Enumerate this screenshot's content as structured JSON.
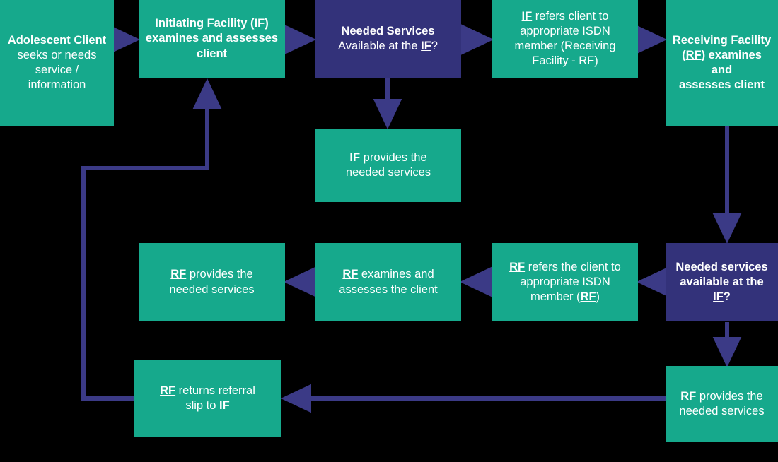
{
  "diagram": {
    "title": "Adolescent client referral flow between Initiating Facility and Receiving Facility",
    "colors": {
      "background": "#000000",
      "process_fill": "#16a98c",
      "decision_fill": "#33327a",
      "arrow": "#3b3a86",
      "text": "#ffffff"
    },
    "nodes": [
      {
        "id": "adolescent-client",
        "type": "process",
        "lines": [
          {
            "bold": "Adolescent Client"
          },
          {
            "normal": "seeks or needs"
          },
          {
            "normal": "service /"
          },
          {
            "normal": "information"
          }
        ],
        "plain": "Adolescent Client seeks or needs service / information"
      },
      {
        "id": "initiating-facility-assess",
        "type": "process",
        "lines": [
          {
            "bold": "Initiating Facility (IF)"
          },
          {
            "bold": "examines and assesses"
          },
          {
            "bold": "client"
          }
        ],
        "plain": "Initiating Facility (IF) examines and assesses client"
      },
      {
        "id": "needed-services-if-decision",
        "type": "decision",
        "lines": [
          {
            "bold": "Needed Services"
          },
          {
            "normal": "Available at the IF?"
          }
        ],
        "plain": "Needed Services Available at the IF?"
      },
      {
        "id": "if-refers-client",
        "type": "process",
        "lines": [
          {
            "normal": "IF refers client to"
          },
          {
            "normal": "appropriate ISDN"
          },
          {
            "normal": "member (Receiving"
          },
          {
            "normal": "Facility - RF)"
          }
        ],
        "plain": "IF refers client to appropriate ISDN member (Receiving Facility - RF)"
      },
      {
        "id": "receiving-facility-assess",
        "type": "process",
        "lines": [
          {
            "bold": "Receiving Facility"
          },
          {
            "bold": "(RF) examines and"
          },
          {
            "bold": "assesses client"
          }
        ],
        "plain": "Receiving Facility (RF) examines and assesses client"
      },
      {
        "id": "if-provides-services",
        "type": "process",
        "lines": [
          {
            "normal": "IF provides the"
          },
          {
            "normal": "needed services"
          }
        ],
        "plain": "IF provides the needed services"
      },
      {
        "id": "needed-services-rf-decision",
        "type": "decision",
        "lines": [
          {
            "bold": "Needed services"
          },
          {
            "bold": "available at the IF?"
          }
        ],
        "plain": "Needed services available at the IF?"
      },
      {
        "id": "rf-refers-client",
        "type": "process",
        "lines": [
          {
            "normal": "RF refers the client to"
          },
          {
            "normal": "appropriate ISDN"
          },
          {
            "normal": "member (RF)"
          }
        ],
        "plain": "RF refers the client to appropriate ISDN member (RF)"
      },
      {
        "id": "rf-examines-client",
        "type": "process",
        "lines": [
          {
            "normal": "RF examines and"
          },
          {
            "normal": "assesses the client"
          }
        ],
        "plain": "RF examines and assesses the client"
      },
      {
        "id": "rf-provides-services-mid",
        "type": "process",
        "lines": [
          {
            "normal": "RF provides the"
          },
          {
            "normal": "needed services"
          }
        ],
        "plain": "RF provides the needed services"
      },
      {
        "id": "rf-provides-services-bottom",
        "type": "process",
        "lines": [
          {
            "normal": "RF provides the"
          },
          {
            "normal": "needed services"
          }
        ],
        "plain": "RF provides the needed services"
      },
      {
        "id": "rf-returns-referral-slip",
        "type": "process",
        "lines": [
          {
            "normal": "RF returns referral"
          },
          {
            "normal": "slip to IF"
          }
        ],
        "plain": "RF returns referral slip to IF"
      }
    ],
    "labels": {
      "adolescent_client_l1": "Adolescent Client",
      "adolescent_client_l2": "seeks or needs",
      "adolescent_client_l3": "service /",
      "adolescent_client_l4": "information",
      "initiating_facility_l1": "Initiating Facility (IF)",
      "initiating_facility_l2": "examines and assesses",
      "initiating_facility_l3": "client",
      "needed_services_if_l1": "Needed Services",
      "needed_services_if_l2a": "Available at the ",
      "needed_services_if_l2b": "IF",
      "needed_services_if_l2c": "?",
      "if_refers_l1a": "IF",
      "if_refers_l1b": " refers client to",
      "if_refers_l2": "appropriate ISDN",
      "if_refers_l3": "member (Receiving",
      "if_refers_l4": "Facility - RF)",
      "receiving_facility_l1": "Receiving Facility",
      "receiving_facility_l2a": "(",
      "receiving_facility_l2b": "RF",
      "receiving_facility_l2c": ") examines and",
      "receiving_facility_l3": "assesses client",
      "if_provides_l1a": "IF",
      "if_provides_l1b": " provides the",
      "if_provides_l2": "needed services",
      "needed_services_rf_l1": "Needed services",
      "needed_services_rf_l2a": "available at the ",
      "needed_services_rf_l2b": "IF",
      "needed_services_rf_l2c": "?",
      "rf_refers_l1a": "RF",
      "rf_refers_l1b": " refers the client to",
      "rf_refers_l2": "appropriate ISDN",
      "rf_refers_l3a": "member (",
      "rf_refers_l3b": "RF",
      "rf_refers_l3c": ")",
      "rf_examines_l1a": "RF",
      "rf_examines_l1b": " examines and",
      "rf_examines_l2": "assesses the client",
      "rf_provides_mid_l1a": "RF",
      "rf_provides_mid_l1b": " provides the",
      "rf_provides_mid_l2": "needed services",
      "rf_provides_bottom_l1a": "RF",
      "rf_provides_bottom_l1b": " provides the",
      "rf_provides_bottom_l2": "needed services",
      "rf_returns_l1a": "RF",
      "rf_returns_l1b": " returns referral",
      "rf_returns_l2a": "slip to ",
      "rf_returns_l2b": "IF"
    },
    "edges": [
      {
        "id": "edge-client-to-if",
        "from": "adolescent-client",
        "to": "initiating-facility-assess"
      },
      {
        "id": "edge-if-to-decision",
        "from": "initiating-facility-assess",
        "to": "needed-services-if-decision"
      },
      {
        "id": "edge-decision-to-refers",
        "from": "needed-services-if-decision",
        "to": "if-refers-client"
      },
      {
        "id": "edge-decision-to-if-provides",
        "from": "needed-services-if-decision",
        "to": "if-provides-services"
      },
      {
        "id": "edge-refers-to-receiving",
        "from": "if-refers-client",
        "to": "receiving-facility-assess"
      },
      {
        "id": "edge-receiving-to-rf-decision",
        "from": "receiving-facility-assess",
        "to": "needed-services-rf-decision"
      },
      {
        "id": "edge-rf-decision-to-rf-refers",
        "from": "needed-services-rf-decision",
        "to": "rf-refers-client"
      },
      {
        "id": "edge-rf-refers-to-rf-examines",
        "from": "rf-refers-client",
        "to": "rf-examines-client"
      },
      {
        "id": "edge-rf-examines-to-rf-provides",
        "from": "rf-examines-client",
        "to": "rf-provides-services-mid"
      },
      {
        "id": "edge-rf-decision-to-rf-provides-bottom",
        "from": "needed-services-rf-decision",
        "to": "rf-provides-services-bottom"
      },
      {
        "id": "edge-rf-provides-bottom-to-returns",
        "from": "rf-provides-services-bottom",
        "to": "rf-returns-referral-slip"
      },
      {
        "id": "edge-returns-to-initiating-facility",
        "from": "rf-returns-referral-slip",
        "to": "initiating-facility-assess"
      }
    ]
  }
}
